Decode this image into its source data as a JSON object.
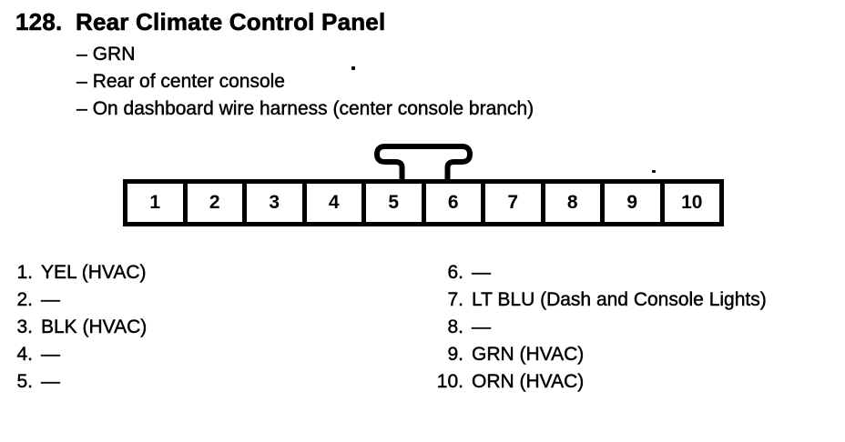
{
  "page": {
    "item_number": "128.",
    "title": "Rear Climate Control Panel",
    "bullet_prefix": "–",
    "notes": [
      "GRN",
      "Rear of center console",
      "On dashboard wire harness (center console branch)"
    ]
  },
  "connector": {
    "pins": [
      "1",
      "2",
      "3",
      "4",
      "5",
      "6",
      "7",
      "8",
      "9",
      "10"
    ]
  },
  "pinout": {
    "left": [
      {
        "num": "1.",
        "label": "YEL (HVAC)"
      },
      {
        "num": "2.",
        "label": "—"
      },
      {
        "num": "3.",
        "label": "BLK (HVAC)"
      },
      {
        "num": "4.",
        "label": "—"
      },
      {
        "num": "5.",
        "label": "—"
      }
    ],
    "right": [
      {
        "num": "6.",
        "label": "—"
      },
      {
        "num": "7.",
        "label": "LT BLU (Dash and Console Lights)"
      },
      {
        "num": "8.",
        "label": "—"
      },
      {
        "num": "9.",
        "label": "GRN (HVAC)"
      },
      {
        "num": "10.",
        "label": "ORN (HVAC)"
      }
    ]
  },
  "colors": {
    "ink": "#000000",
    "paper": "#ffffff"
  }
}
